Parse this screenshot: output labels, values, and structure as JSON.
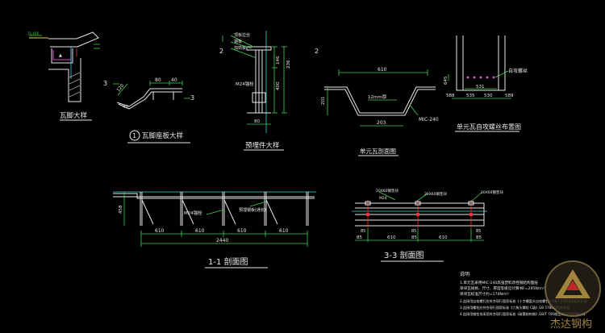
{
  "details": {
    "tile_foot": {
      "title": "瓦脚大样"
    },
    "tile_seat": {
      "number": "1",
      "title": "瓦脚座板大样",
      "dims": [
        "80",
        "40",
        "120",
        "40"
      ]
    },
    "embedded": {
      "title": "预埋件大样",
      "labels": [
        "顶板拉丝",
        "钢板",
        "加劲板"
      ],
      "bolt": "M24锚栓",
      "dims": [
        "146",
        "236",
        "400",
        "80"
      ]
    },
    "unit_section": {
      "title": "单元瓦剖面图",
      "dims": [
        "610",
        "12mm厚",
        "203",
        "201"
      ],
      "note": "MIC-240"
    },
    "bolt_layout": {
      "title": "单元瓦自攻螺丝布置图",
      "label": "自攻螺丝",
      "top_dims": [
        "531",
        "645"
      ],
      "bottom_dims": [
        "588",
        "535",
        "530",
        "589"
      ]
    }
  },
  "section_1_1": {
    "title": "1-1 剖面图",
    "height": "458",
    "bolt_label": "M24锚栓",
    "right_label": "预埋钢板(通长)",
    "spans": [
      "610",
      "610",
      "610",
      "610"
    ],
    "total": "2440"
  },
  "section_3_3": {
    "title": "3-3 剖面图",
    "top_labels": [
      "20X60钢垫块",
      "20X60钢垫块",
      "20X60钢垫块"
    ],
    "bolt": "M24",
    "side_dims": [
      "85",
      "85",
      "85"
    ],
    "span_dims": [
      "85",
      "610",
      "85",
      "610",
      "85"
    ]
  },
  "notes": {
    "heading": "说明",
    "lines": [
      "1.单元瓦采用MIC-240高强塑料改性钢结构面层",
      "  单块瓦规格、尺寸、厚度等级见计算书F=295N/m²",
      "  单块瓦标准尺寸约=170N/m²",
      "2.连接用自攻螺钉应符合现行国家标准《十字槽盘头自攻螺钉》GB/T15856及相关标准",
      "3.连接用螺栓应符合现行国家标准《六角头螺栓 C级》GB 5780及相关标准",
      "4.连接用钢垫块采用符合现行国家标准《碳素结构钢》GB/T 700规定的Q235B钢材料"
    ]
  },
  "watermark": {
    "text": "杰达钢构"
  },
  "colors": {
    "line": "#e8e8e8",
    "dim": "#3fd14f",
    "axis": "#3fd8e0",
    "accent": "#e6d02a"
  }
}
